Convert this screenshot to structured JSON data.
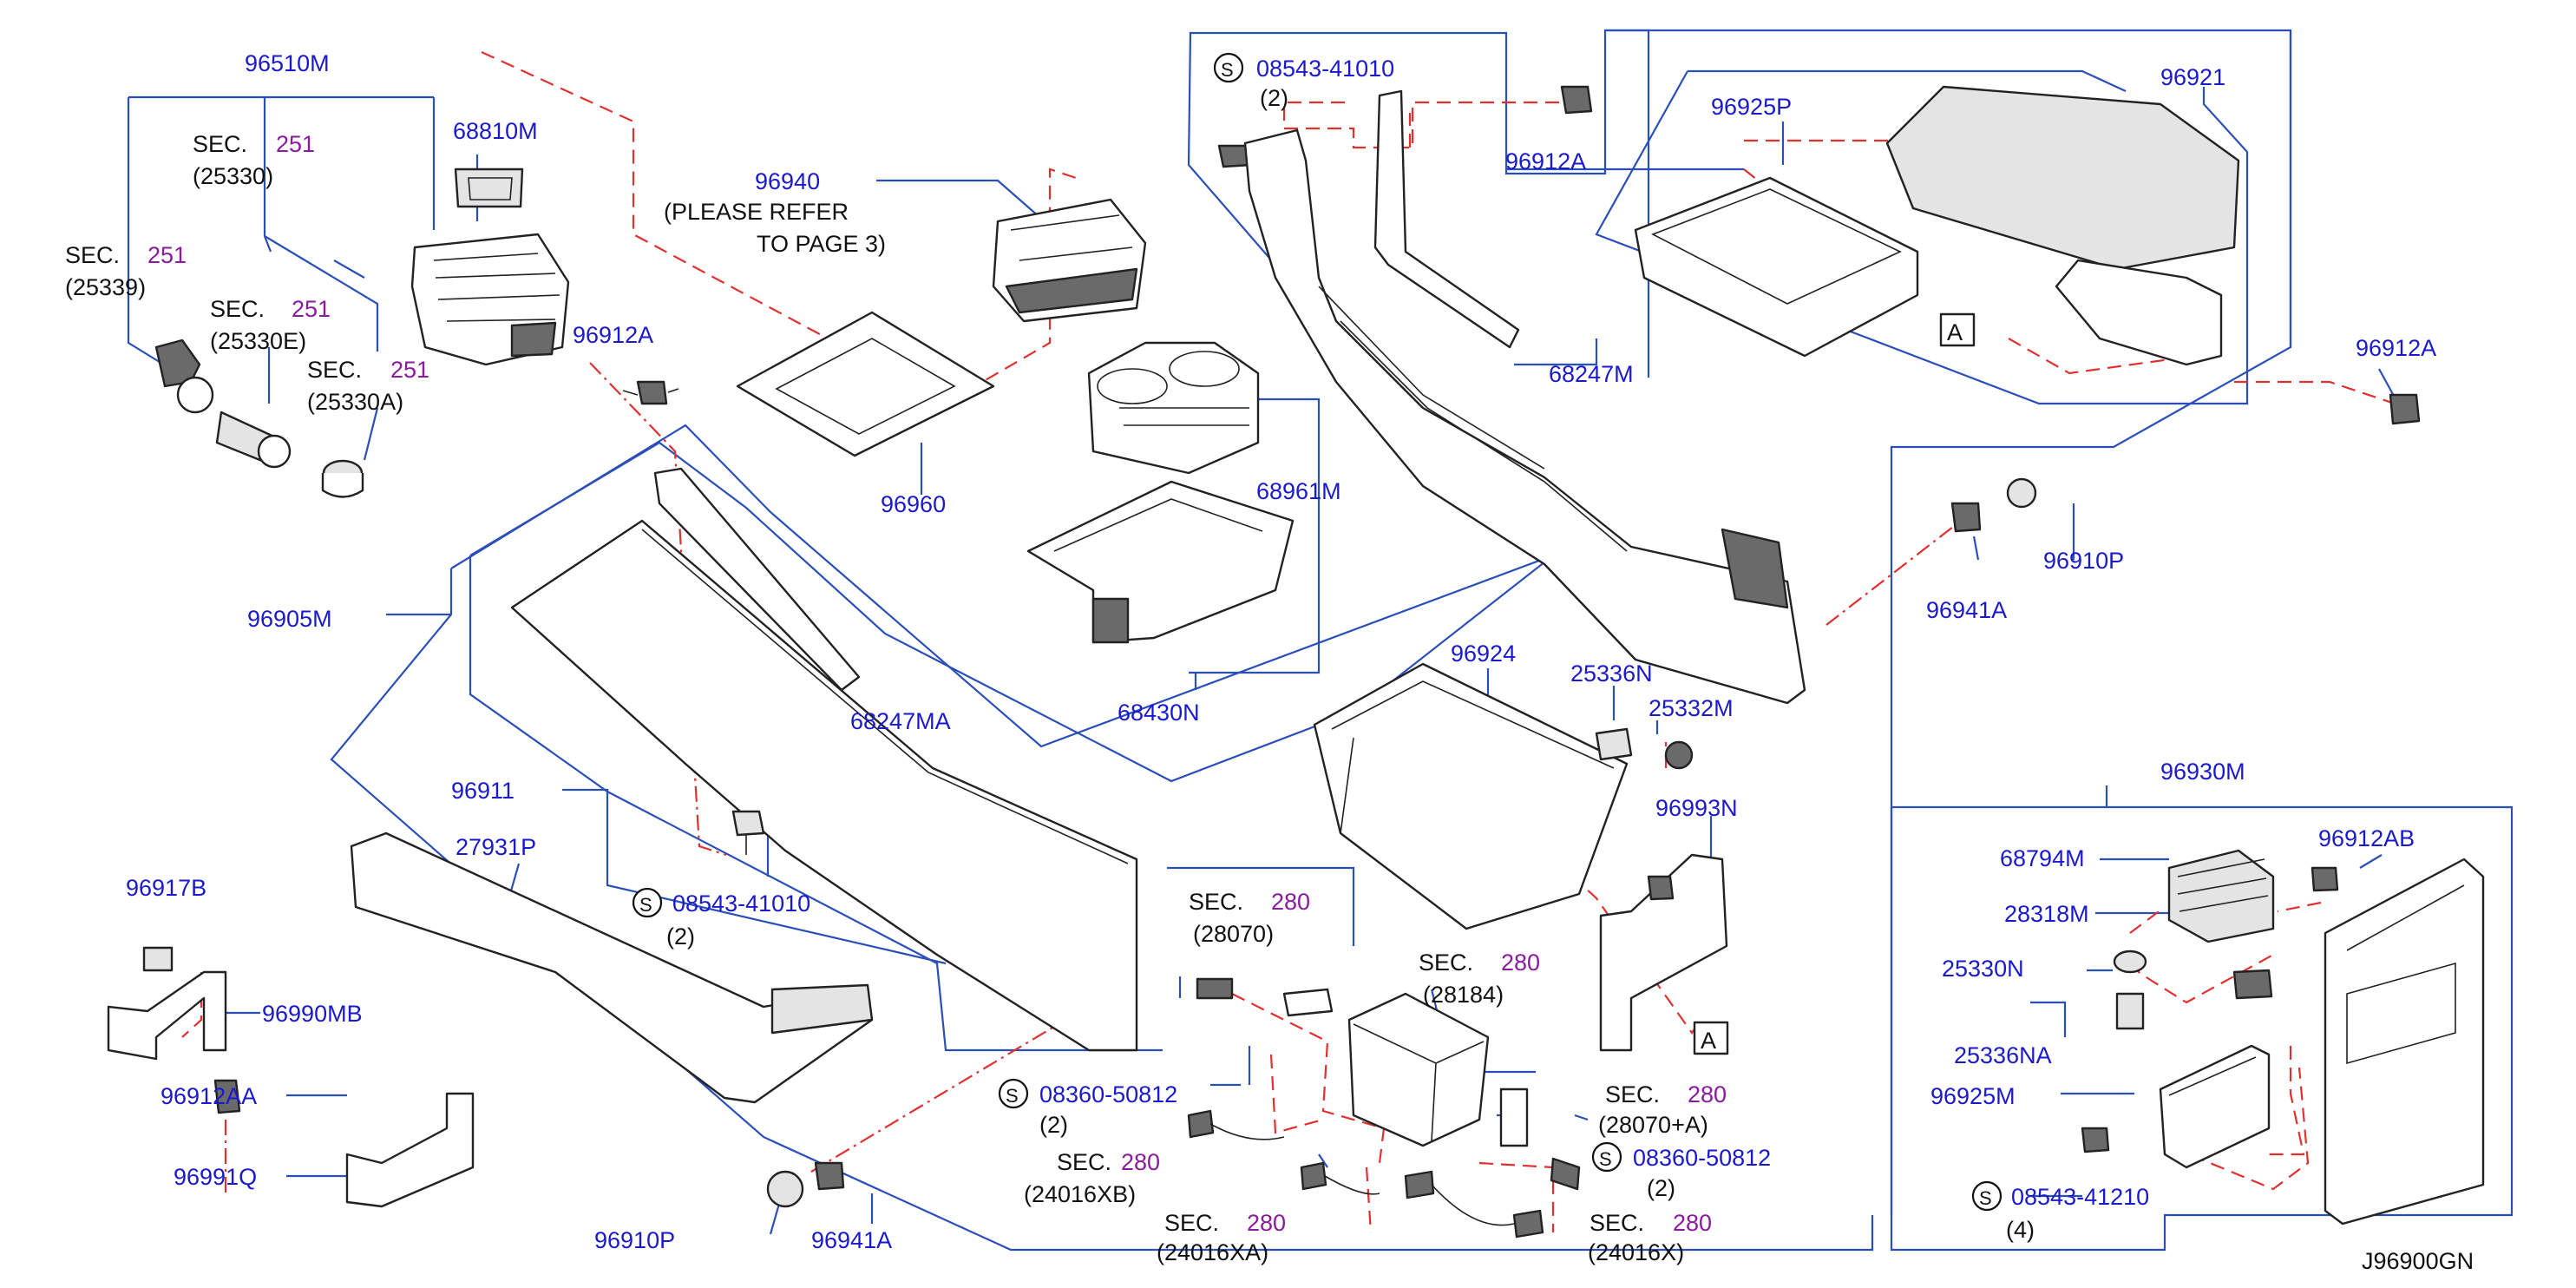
{
  "diagram_code": "J96900GN",
  "marker_a": "A",
  "s_symbol": "S",
  "labels": {
    "p96510M": "96510M",
    "p68810M": "68810M",
    "sec251_25330_sec": "SEC.",
    "sec251_25330_num": "251",
    "sec251_25330_code": "(25330)",
    "sec251_25339_sec": "SEC.",
    "sec251_25339_num": "251",
    "sec251_25339_code": "(25339)",
    "sec251_25330E_sec": "SEC.",
    "sec251_25330E_num": "251",
    "sec251_25330E_code": "(25330E)",
    "sec251_25330A_sec": "SEC.",
    "sec251_25330A_num": "251",
    "sec251_25330A_code": "(25330A)",
    "p96940": "96940",
    "please_refer": "(PLEASE   REFER",
    "to_page": "TO   PAGE   3)",
    "p96912A_1": "96912A",
    "p96960": "96960",
    "p68961M": "68961M",
    "p68430N": "68430N",
    "p96905M": "96905M",
    "p68247MA": "68247MA",
    "p96911": "96911",
    "p27931P": "27931P",
    "s08543_41010_b": "08543-41010",
    "qty2_b": "(2)",
    "p96917B": "96917B",
    "p96990MB": "96990MB",
    "p96912AA": "96912AA",
    "p96991Q": "96991Q",
    "p96910P_b": "96910P",
    "p96941A_b": "96941A",
    "s08543_41010_t": "08543-41010",
    "qty2_t": "(2)",
    "p96912A_2": "96912A",
    "p68247M": "68247M",
    "p96925P": "96925P",
    "p96921": "96921",
    "p96912A_3": "96912A",
    "p96910P_r": "96910P",
    "p96941A_r": "96941A",
    "p96924": "96924",
    "p25336N": "25336N",
    "p25332M": "25332M",
    "p96993N": "96993N",
    "sec280_28070_sec": "SEC.",
    "sec280_28070_num": "280",
    "sec280_28070_code": "(28070)",
    "sec280_28184_sec": "SEC.",
    "sec280_28184_num": "280",
    "sec280_28184_code": "(28184)",
    "s08360_50812_a": "08360-50812",
    "qty2_c": "(2)",
    "sec280_28070A_sec": "SEC.",
    "sec280_28070A_num": "280",
    "sec280_28070A_code": "(28070+A)",
    "s08360_50812_b": "08360-50812",
    "qty2_d": "(2)",
    "sec280_24016XB_sec": "SEC.",
    "sec280_24016XB_num": "280",
    "sec280_24016XB_code": "(24016XB)",
    "sec280_24016XA_sec": "SEC.",
    "sec280_24016XA_num": "280",
    "sec280_24016XA_code": "(24016XA)",
    "sec280_24016X_sec": "SEC.",
    "sec280_24016X_num": "280",
    "sec280_24016X_code": "(24016X)",
    "p96930M": "96930M",
    "p68794M": "68794M",
    "p96912AB": "96912AB",
    "p28318M": "28318M",
    "p25330N": "25330N",
    "p25336NA": "25336NA",
    "p96925M": "96925M",
    "s08543_41210": "08543-41210",
    "qty4": "(4)"
  },
  "colors": {
    "part_number": "#1a1acc",
    "section_number": "#8a1a9e",
    "text": "#111111",
    "leader_line": "#2a4fb8",
    "dashed_line": "#e03030"
  }
}
